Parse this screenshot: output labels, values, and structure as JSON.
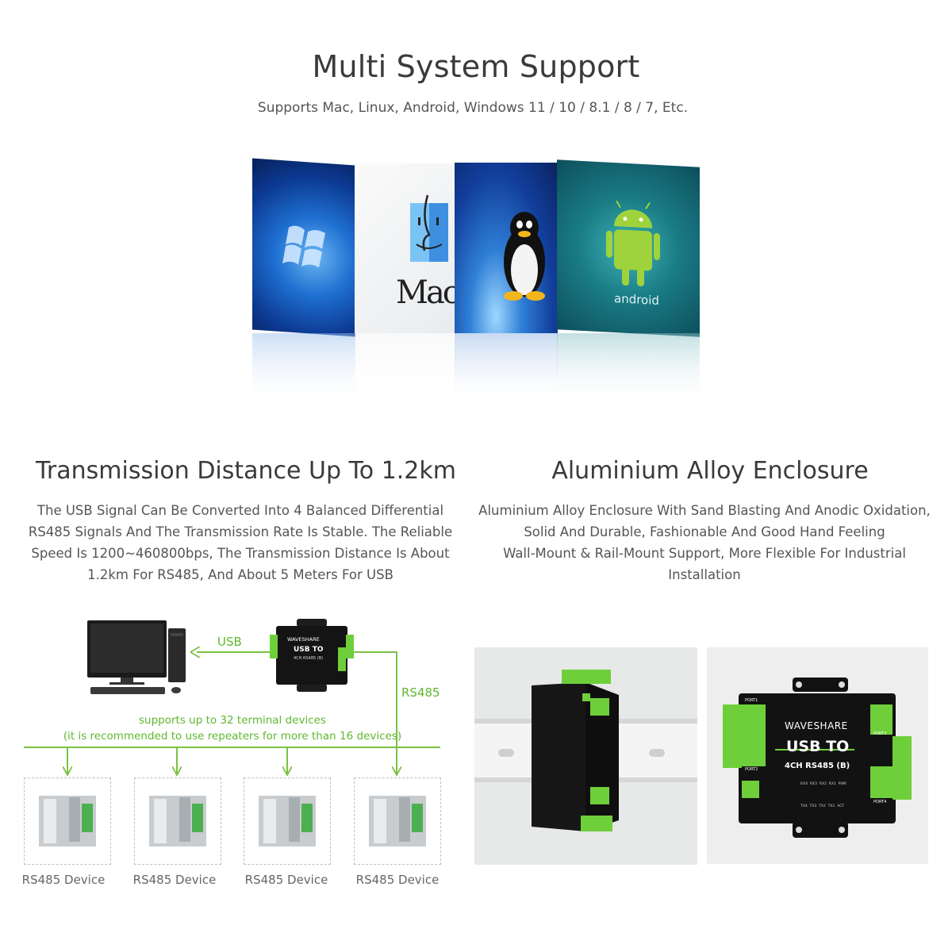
{
  "header": {
    "title": "Multi System Support",
    "subtitle": "Supports Mac, Linux, Android, Windows 11 / 10 / 8.1 / 8 / 7, Etc."
  },
  "os_tiles": {
    "mac_text": "Mac O",
    "android_text": "android"
  },
  "transmission": {
    "title": "Transmission Distance Up To 1.2km",
    "lines": [
      "The USB Signal Can Be Converted Into 4 Balanced Differential",
      "RS485 Signals And The Transmission Rate Is Stable. The Reliable",
      "Speed Is 1200~460800bps, The Transmission Distance Is About",
      "1.2km For RS485, And About 5 Meters For USB"
    ]
  },
  "enclosure": {
    "title": "Aluminium Alloy Enclosure",
    "lines": [
      "Aluminium Alloy Enclosure With Sand Blasting And Anodic Oxidation,",
      "Solid And Durable, Fashionable And Good Hand Feeling",
      "Wall-Mount & Rail-Mount Support, More Flexible For Industrial",
      "Installation"
    ]
  },
  "diagram": {
    "usb_label": "USB",
    "rs485_label": "RS485",
    "note_line1": "supports up to 32 terminal devices",
    "note_line2": "(it is recommended to use repeaters for more than 16 devices)",
    "device_brand": "WAVESHARE",
    "device_model": "USB TO",
    "device_sub": "4CH RS485 (B)",
    "devices": [
      "RS485 Device",
      "RS485 Device",
      "RS485 Device",
      "RS485 Device"
    ]
  },
  "photo_device": {
    "brand": "WAVESHARE",
    "model": "USB TO",
    "sub": "4CH RS485 (B)",
    "port1": "PORT1",
    "port2": "PORT2",
    "port3": "PORT3",
    "port4": "PORT4",
    "leds_top": "RX4  RX3  RX2  RX1  PWR",
    "leds_bottom": "TX4  TX3  TX2  TX1  ACT"
  },
  "colors": {
    "accent": "#7ac142",
    "text": "#555555"
  }
}
